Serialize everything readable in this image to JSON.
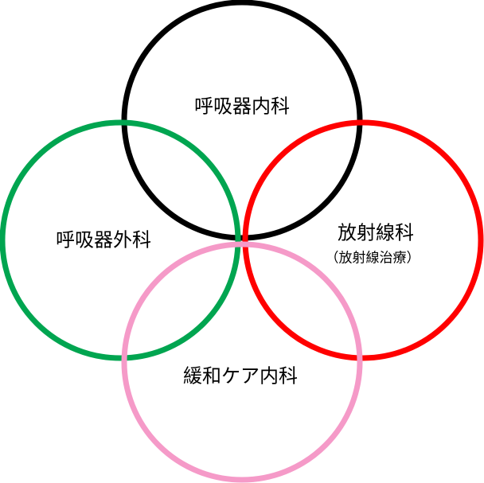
{
  "diagram": {
    "circles": [
      {
        "label": "呼吸器内科",
        "color": "#000000"
      },
      {
        "label": "呼吸器外科",
        "color": "#00a550"
      },
      {
        "label": "放射線科",
        "sublabel": "（放射線治療）",
        "color": "#ff0000"
      },
      {
        "label": "緩和ケア内科",
        "color": "#f59ac8"
      }
    ]
  }
}
